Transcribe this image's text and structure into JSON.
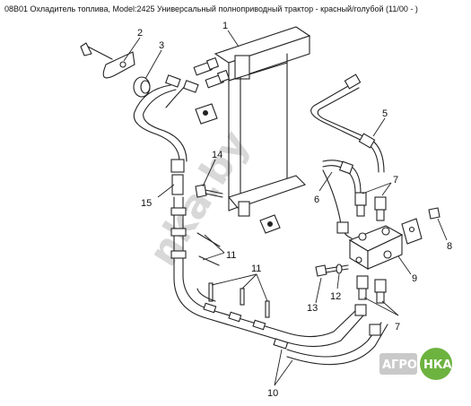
{
  "title": "08B01 Охладитель топлива, Model:2425 Универсальный полноприводный трактор - красный/голубой (11/00 - )",
  "watermark": "nka.by",
  "logo": {
    "left": "АГРО",
    "right": "НКА",
    "accent": "#6db33f"
  },
  "callouts": [
    "1",
    "2",
    "3",
    "5",
    "6",
    "7",
    "8",
    "9",
    "10",
    "11",
    "12",
    "13",
    "14",
    "15"
  ]
}
